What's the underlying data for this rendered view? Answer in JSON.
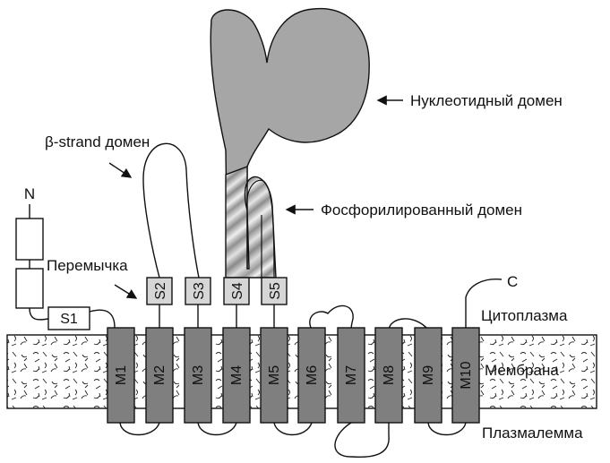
{
  "labels": {
    "nucleotide_domain": "Нуклеотидный домен",
    "beta_strand_domain": "β-strand домен",
    "phosphorylation_domain": "Фосфорилированный домен",
    "n_terminus": "N",
    "c_terminus": "C",
    "linker": "Перемычка",
    "cytoplasm": "Цитоплазма",
    "membrane": "Мембрана",
    "plasmalemma": "Плазмалемма"
  },
  "stalk_segments": [
    "S1",
    "S2",
    "S3",
    "S4",
    "S5"
  ],
  "transmembrane_segments": [
    "M1",
    "M2",
    "M3",
    "M4",
    "M5",
    "M6",
    "M7",
    "M8",
    "M9",
    "M10"
  ],
  "colors": {
    "domain_fill": "#a6a6a6",
    "stalk_fill": "#d6d6d6",
    "helix_fill": "#7f7f7f",
    "membrane_fill": "#ffffff",
    "outline": "#111111"
  }
}
